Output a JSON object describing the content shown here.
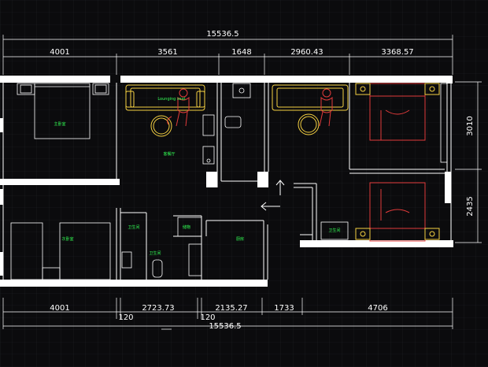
{
  "dimensions": {
    "top_overall": "15536.5",
    "top_segments": [
      "4001",
      "3561",
      "1648",
      "2960.43",
      "3368.57"
    ],
    "right_segments": [
      "3010",
      "2435"
    ],
    "bottom_segments": [
      "4001",
      "2723.73",
      "2135.27",
      "1733",
      "4706"
    ],
    "bottom_small": [
      "120",
      "120"
    ],
    "bottom_overall": "15536.5"
  },
  "rooms": {
    "master_bedroom": "主卧室",
    "living_room": "Lounging seat",
    "lounge": "客餐厅",
    "bedroom_2": "次卧室",
    "bathroom_1": "卫生间",
    "storage": "储物",
    "bathroom_2": "卫生间",
    "kitchen": "厨房",
    "bathroom_3": "卫生间"
  },
  "colors": {
    "background": "#0b0b0d",
    "grid": "#1f2126",
    "wall": "#ffffff",
    "furniture": "#f5d142",
    "figure": "#e23b3b",
    "room_label": "#33ff55",
    "dimension": "#ffffff"
  },
  "icons": {
    "arrow_up": "arrow-up-icon",
    "arrow_left": "arrow-left-icon"
  }
}
